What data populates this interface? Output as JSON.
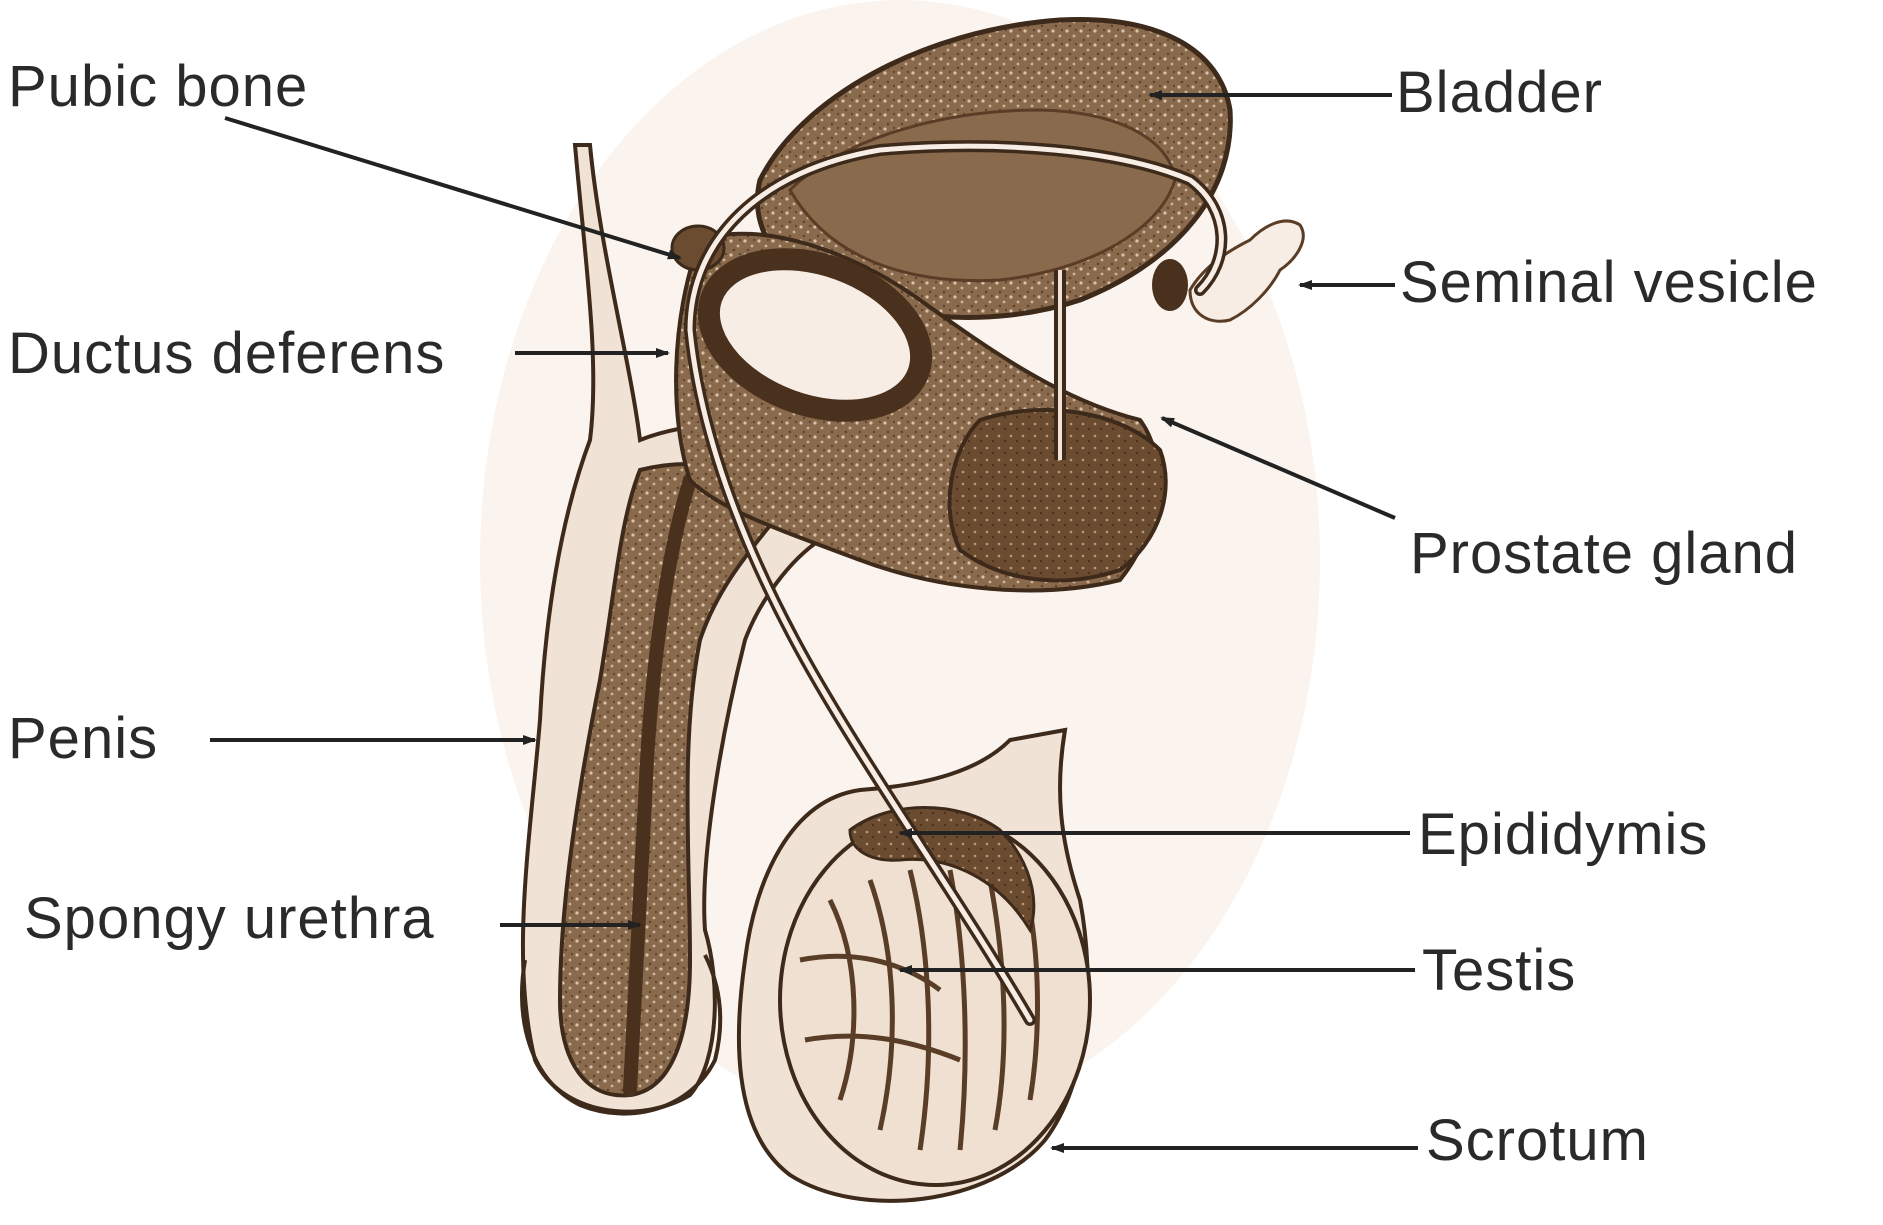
{
  "labels": {
    "pubic_bone": "Pubic bone",
    "ductus_deferens": "Ductus deferens",
    "penis": "Penis",
    "spongy_urethra": "Spongy urethra",
    "bladder": "Bladder",
    "seminal_vesicle": "Seminal vesicle",
    "prostate_gland": "Prostate gland",
    "epididymis": "Epididymis",
    "testis": "Testis",
    "scrotum": "Scrotum"
  },
  "colors": {
    "skin": "#f1e2d6",
    "tissue": "#7a5a3c",
    "tissue_dark": "#5a3d26",
    "tissue_light": "#a6876a",
    "outline": "#3d2a1a",
    "pale": "#f7ede4",
    "line": "#222222",
    "text": "#2a2a2a"
  }
}
